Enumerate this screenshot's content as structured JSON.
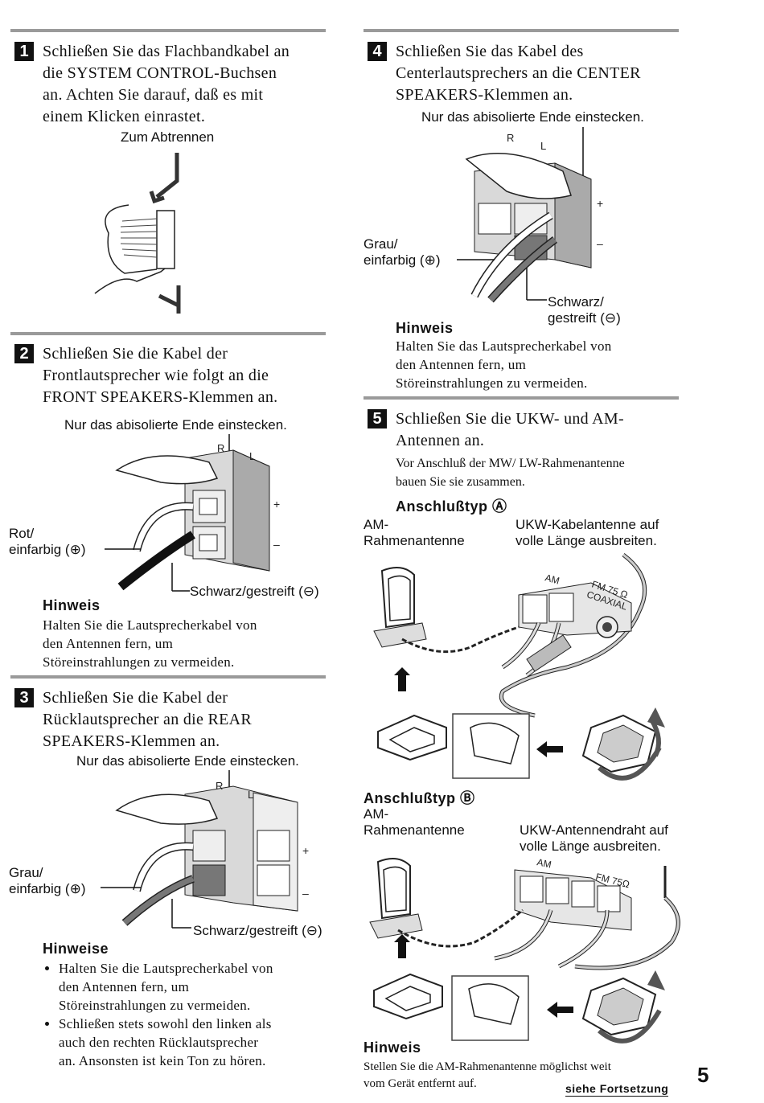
{
  "step1": {
    "number": "1",
    "text": "Schließen Sie das Flachbandkabel an\ndie SYSTEM CONTROL-Buchsen\nan. Achten Sie darauf, daß es mit\neinem Klicken einrastet.",
    "label_detach": "Zum Abtrennen"
  },
  "step2": {
    "number": "2",
    "text": "Schließen Sie die Kabel der\nFrontlautsprecher wie folgt an die\nFRONT SPEAKERS-Klemmen an.",
    "label_insert": "Nur das abisolierte Ende einstecken.",
    "label_r": "R",
    "label_l": "L",
    "label_plus": "+",
    "label_minus": "–",
    "label_red": "Rot/\neinfarbig (⊕)",
    "label_black": "Schwarz/gestreift (⊖)",
    "note_title": "Hinweis",
    "note_text": "Halten Sie die Lautsprecherkabel von\nden Antennen fern, um\nStöreinstrahlungen zu vermeiden."
  },
  "step3": {
    "number": "3",
    "text": "Schließen Sie die Kabel der\nRücklautsprecher an die REAR\nSPEAKERS-Klemmen an.",
    "label_insert": "Nur das abisolierte Ende einstecken.",
    "label_r": "R",
    "label_l": "L",
    "label_plus": "+",
    "label_minus": "–",
    "label_grey": "Grau/\neinfarbig (⊕)",
    "label_black": "Schwarz/gestreift (⊖)",
    "notes_title": "Hinweise",
    "notes": [
      "Halten Sie die Lautsprecherkabel von\nden Antennen fern, um\nStöreinstrahlungen zu vermeiden.",
      "Schließen stets sowohl den linken als\nauch den rechten Rücklautsprecher\nan. Ansonsten ist kein Ton zu hören."
    ]
  },
  "step4": {
    "number": "4",
    "text": "Schließen Sie das Kabel des\nCenterlautsprechers an die CENTER\nSPEAKERS-Klemmen an.",
    "label_insert": "Nur das abisolierte Ende einstecken.",
    "label_r": "R",
    "label_l": "L",
    "label_plus": "+",
    "label_minus": "–",
    "label_grey": "Grau/\neinfarbig (⊕)",
    "label_black": "Schwarz/\ngestreift (⊖)",
    "note_title": "Hinweis",
    "note_text": "Halten Sie das Lautsprecherkabel von\nden Antennen fern, um\nStöreinstrahlungen zu vermeiden."
  },
  "step5": {
    "number": "5",
    "text": "Schließen Sie die UKW- und AM-\nAntennen an.",
    "subtext": "Vor Anschluß der MW/ LW-Rahmenantenne\nbauen Sie sie zusammen.",
    "typeA": {
      "title": "Anschlußtyp Ⓐ",
      "label_am": "AM-\nRahmenantenne",
      "label_fm": "UKW-Kabelantenne auf\nvolle Länge ausbreiten.",
      "term_am": "AM",
      "term_fm": "FM 75 Ω\nCOAXIAL"
    },
    "typeB": {
      "title": "Anschlußtyp Ⓑ",
      "label_am": "AM-\nRahmenantenne",
      "label_fm": "UKW-Antennendraht auf\nvolle Länge ausbreiten.",
      "term_am": "AM",
      "term_fm": "FM 75Ω"
    },
    "note_title": "Hinweis",
    "note_text": "Stellen Sie die AM-Rahmenantenne möglichst weit\nvom Gerät entfernt auf."
  },
  "footer": {
    "continued": "siehe Fortsetzung",
    "page_number": "5"
  }
}
